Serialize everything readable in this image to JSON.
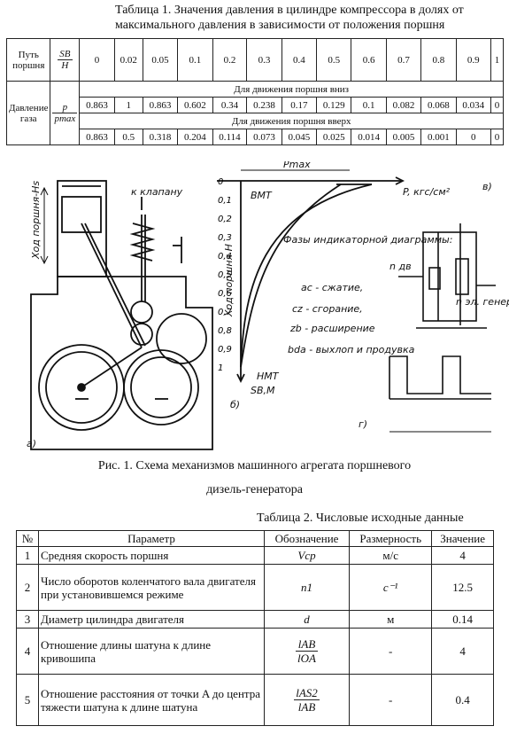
{
  "table1": {
    "caption_line1": "Таблица 1. Значения давления в цилиндре компрессора в долях от",
    "caption_line2": "максимального давления в зависимости от положения поршня",
    "path_label": "Путь поршня",
    "sb_num": "SB",
    "sb_den": "H",
    "positions": [
      "0",
      "0.02",
      "0.05",
      "0.1",
      "0.2",
      "0.3",
      "0.4",
      "0.5",
      "0.6",
      "0.7",
      "0.8",
      "0.9",
      "1"
    ],
    "pressure_label": "Давление газа",
    "p_num": "p",
    "p_den": "pmax",
    "down_label": "Для движения поршня вниз",
    "down_values": [
      "0.863",
      "1",
      "0.863",
      "0.602",
      "0.34",
      "0.238",
      "0.17",
      "0.129",
      "0.1",
      "0.082",
      "0.068",
      "0.034",
      "0"
    ],
    "up_label": "Для движения поршня вверх",
    "up_values": [
      "0.863",
      "0.5",
      "0.318",
      "0.204",
      "0.114",
      "0.073",
      "0.045",
      "0.025",
      "0.014",
      "0.005",
      "0.001",
      "0",
      "0"
    ]
  },
  "figure": {
    "caption_line1": "Рис. 1. Схема механизмов машинного агрегата поршневого",
    "caption_line2": "дизель-генератора",
    "labels": {
      "to_valve": "к клапану",
      "stroke": "Ход поршня-Hs",
      "bmt": "ВМТ",
      "nmt": "НМТ",
      "pmax": "Pmax",
      "axis_p": "P, кгс/см²",
      "axis_h": "Ход поршня H",
      "sb_m": "SB,M",
      "phases_title": "Фазы индикаторной диаграммы:",
      "phase1": "ac - сжатие,",
      "phase2": "cz - сгорание,",
      "phase3": "zb - расширение",
      "phase4": "bda - выхлоп и продувка",
      "ndv": "n дв",
      "ngen": "n эл. генер",
      "part_a": "а)",
      "part_b": "б)",
      "part_v": "в)",
      "part_g": "г)",
      "y_ticks": [
        "0",
        "0,1",
        "0,2",
        "0,3",
        "0,4",
        "0,5",
        "0,6",
        "0,7",
        "0,8",
        "0,9",
        "1"
      ]
    }
  },
  "table2": {
    "caption": "Таблица 2. Числовые исходные данные",
    "headers": [
      "№",
      "Параметр",
      "Обозначение",
      "Размерность",
      "Значение"
    ],
    "rows": [
      {
        "no": "1",
        "param": "Средняя скорость поршня",
        "sym": "Vср",
        "unit": "м/с",
        "val": "4"
      },
      {
        "no": "2",
        "param": "Число оборотов коленчатого вала двигателя при установившемся режиме",
        "sym": "n1",
        "unit": "с⁻¹",
        "val": "12.5"
      },
      {
        "no": "3",
        "param": "Диаметр цилиндра двигателя",
        "sym": "d",
        "unit": "м",
        "val": "0.14"
      },
      {
        "no": "4",
        "param": "Отношение длины шатуна к длине кривошипа",
        "sym_num": "lAB",
        "sym_den": "lOA",
        "unit": "-",
        "val": "4"
      },
      {
        "no": "5",
        "param": "Отношение расстояния от точки A до центра тяжести шатуна к длине шатуна",
        "sym_num": "lAS2",
        "sym_den": "lAB",
        "unit": "-",
        "val": "0.4"
      }
    ]
  }
}
